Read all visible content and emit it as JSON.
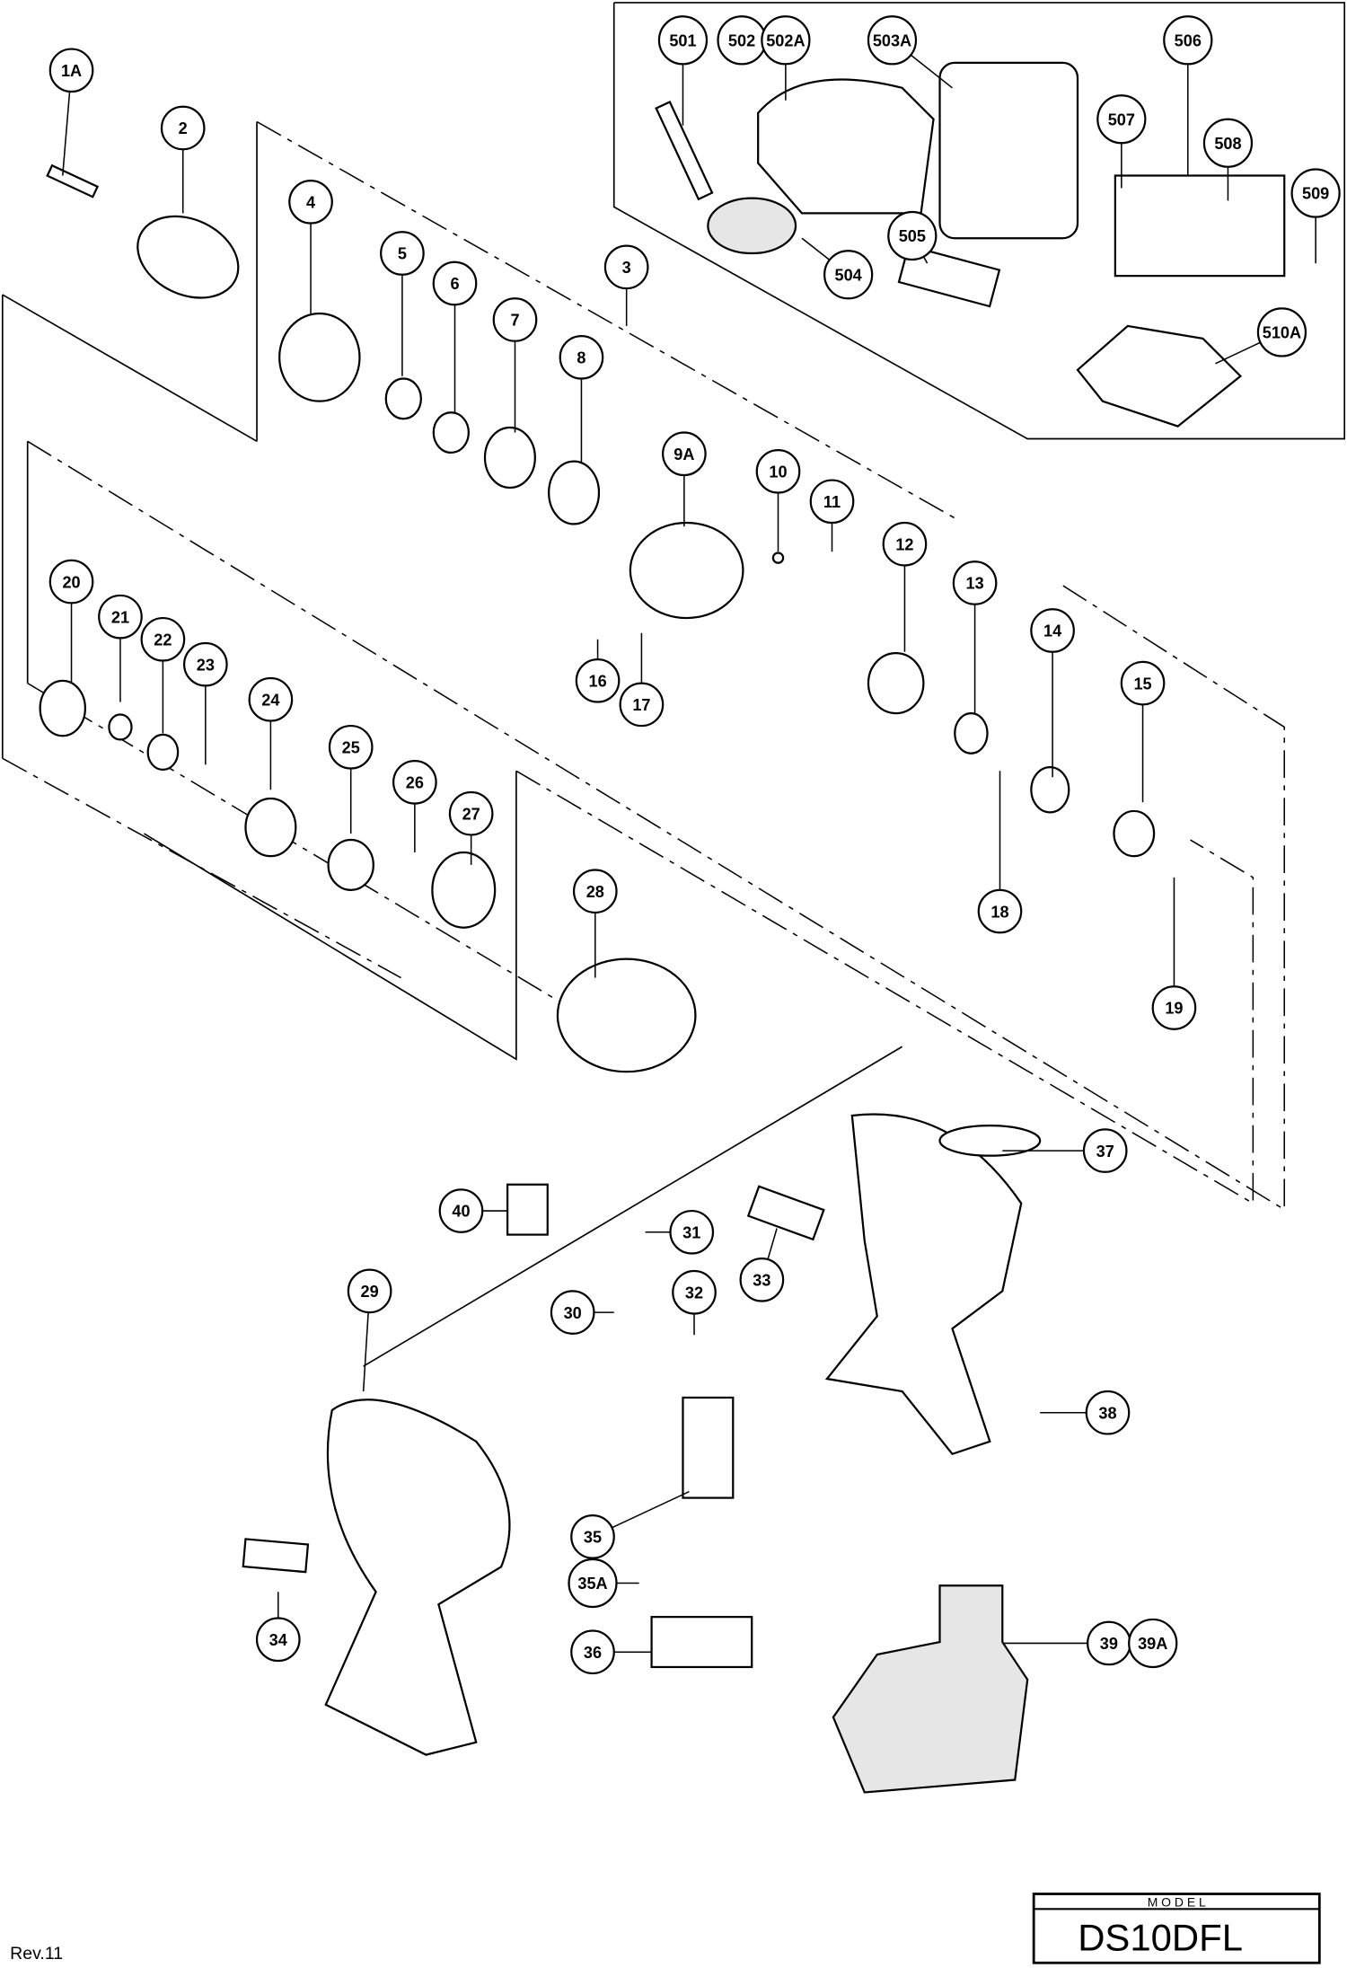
{
  "diagram": {
    "callouts": [
      "1A",
      "2",
      "4",
      "5",
      "6",
      "7",
      "8",
      "3",
      "9A",
      "10",
      "11",
      "12",
      "13",
      "14",
      "15",
      "16",
      "17",
      "18",
      "19",
      "20",
      "21",
      "22",
      "23",
      "24",
      "25",
      "26",
      "27",
      "28",
      "29",
      "30",
      "31",
      "32",
      "33",
      "34",
      "35",
      "35A",
      "36",
      "37",
      "38",
      "39",
      "39A",
      "40",
      "501",
      "502",
      "502A",
      "503A",
      "504",
      "505",
      "506",
      "507",
      "508",
      "509",
      "510A"
    ],
    "line_color": "#000000",
    "background": "#ffffff"
  },
  "title_block": {
    "model_label": "M O D E L",
    "model": "DS10DFL"
  },
  "revision": "Rev.11"
}
